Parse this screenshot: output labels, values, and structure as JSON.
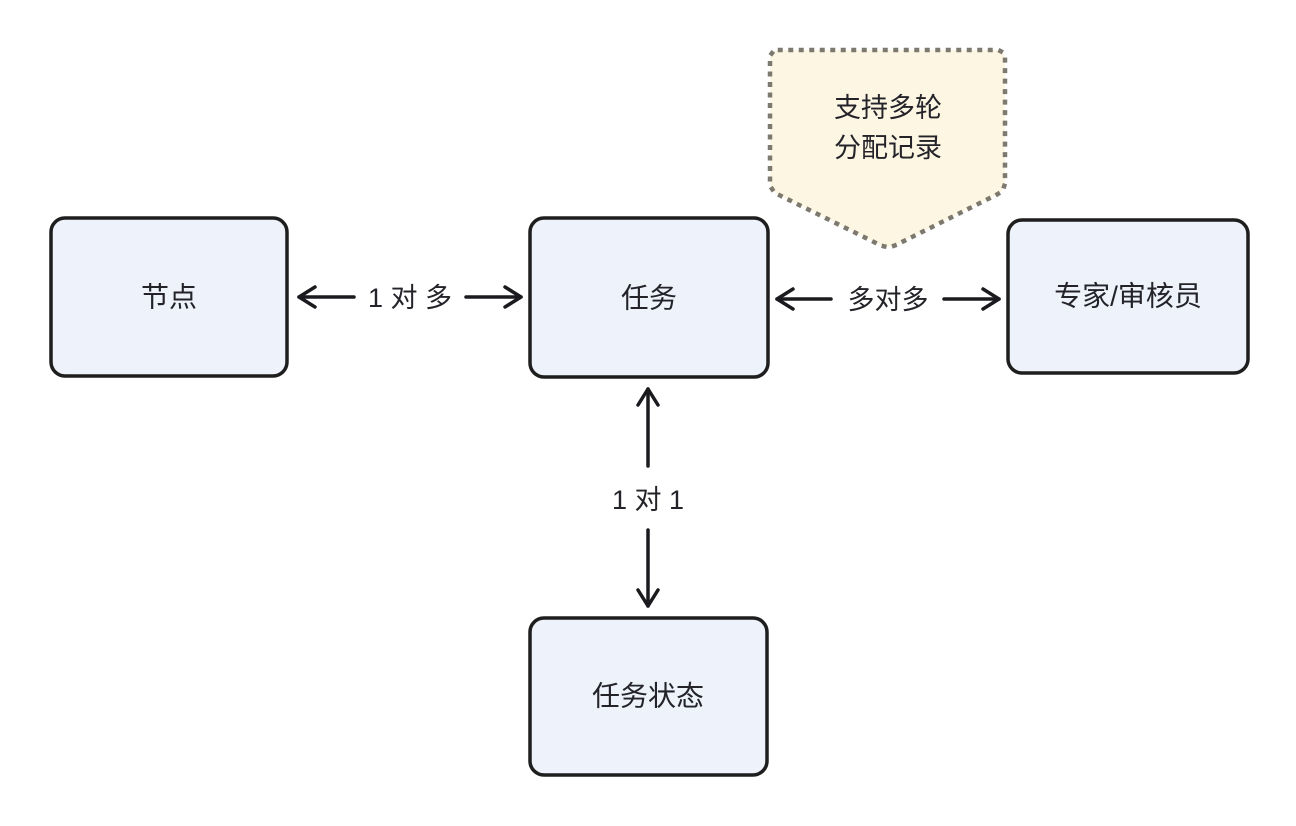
{
  "diagram": {
    "colors": {
      "background": "#ffffff",
      "box_fill": "#edf2fb",
      "box_border": "#1e1e1e",
      "note_fill": "#fdf6e3",
      "note_border": "#7d796e",
      "arrow": "#1b1b1f",
      "text": "#232329"
    },
    "nodes": {
      "node": {
        "label": "节点"
      },
      "task": {
        "label": "任务"
      },
      "expert": {
        "label": "专家/审核员"
      },
      "status": {
        "label": "任务状态"
      }
    },
    "relations": {
      "node_task": {
        "label": "1 对 多"
      },
      "task_expert": {
        "label": "多对多"
      },
      "task_status": {
        "label": "1 对 1"
      }
    },
    "note": {
      "line1": "支持多轮",
      "line2": "分配记录"
    }
  }
}
